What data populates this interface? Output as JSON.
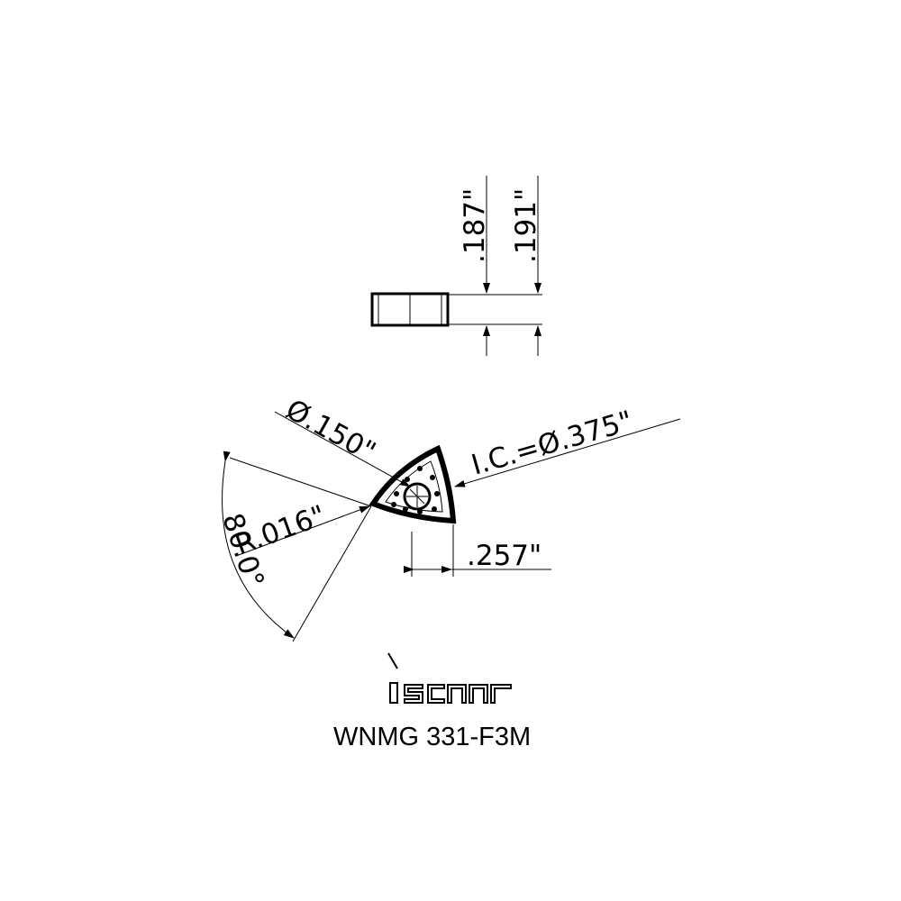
{
  "dimensions": {
    "thickness_inner": ".187\"",
    "thickness_outer": ".191\"",
    "hole_diameter": "Ø.150\"",
    "inscribed_circle": "I.C.=Ø.375\"",
    "corner_radius": "R.016\"",
    "edge_length": ".257\"",
    "corner_angle": "80.0°"
  },
  "brand": {
    "logo_text": "iscar"
  },
  "product": {
    "designation": "WNMG 331-F3M"
  },
  "colors": {
    "line": "#000000",
    "background": "#ffffff"
  }
}
